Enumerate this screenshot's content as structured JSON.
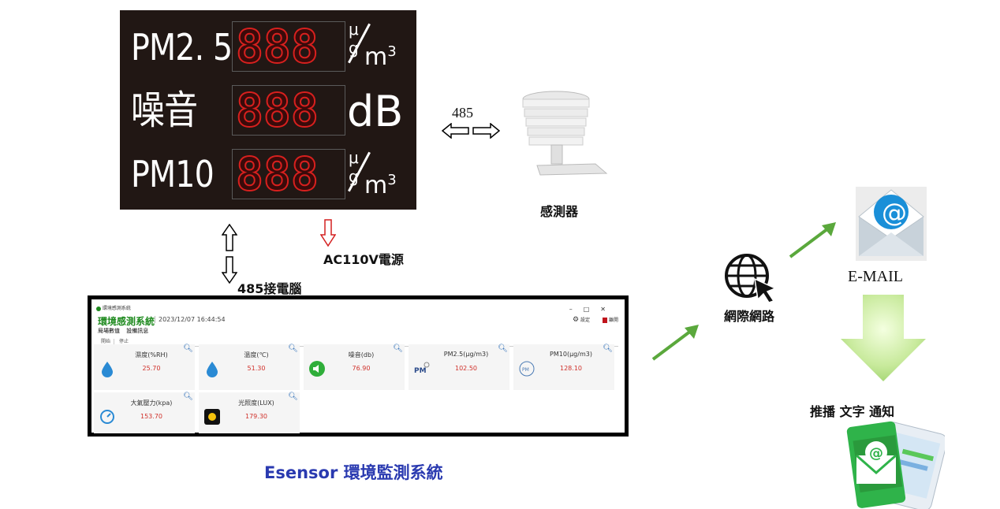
{
  "board": {
    "row1_label": "PM2. 5",
    "row2_label": "噪音",
    "row3_label": "PM10",
    "digits": "888",
    "unit_mu": "μ g",
    "unit_m": "m",
    "unit_exp": "3",
    "unit_db": "dB"
  },
  "sensor": {
    "link_label": "485",
    "label": "感測器"
  },
  "connection": {
    "power_label": "AC110V電源",
    "pc_label": "485接電腦"
  },
  "network": {
    "label": "網際網路"
  },
  "email": {
    "label": "E-MAIL"
  },
  "push": {
    "label": "推播 文字  通知"
  },
  "caption": "Esensor  環境監測系統",
  "app": {
    "window_title": "環境感測系統",
    "window_controls": "–□✕",
    "title": "環境感測系統",
    "datetime": "2023/12/07 16:44:54",
    "settings_label": "設定",
    "logout_label": "離開",
    "tabs": [
      "局場數值",
      "設備訊息"
    ],
    "buttons": [
      "開始",
      "停止"
    ],
    "cards": [
      {
        "name": "濕度(%RH)",
        "value": "25.70",
        "icon": "water-drop-icon"
      },
      {
        "name": "溫度(℃)",
        "value": "51.30",
        "icon": "water-drop-icon"
      },
      {
        "name": "噪音(db)",
        "value": "76.90",
        "icon": "speaker-icon"
      },
      {
        "name": "PM2.5(μg/m3)",
        "value": "102.50",
        "icon": "pm25-icon"
      },
      {
        "name": "PM10(μg/m3)",
        "value": "128.10",
        "icon": "pm10-icon"
      },
      {
        "name": "大氣壓力(kpa)",
        "value": "153.70",
        "icon": "gauge-icon"
      },
      {
        "name": "光照度(LUX)",
        "value": "179.30",
        "icon": "sun-icon"
      }
    ]
  },
  "colors": {
    "accent_green": "#1e8a1e",
    "value_red": "#d0302a",
    "caption_blue": "#2a3ab0",
    "arrow_green": "#5aa83c"
  }
}
